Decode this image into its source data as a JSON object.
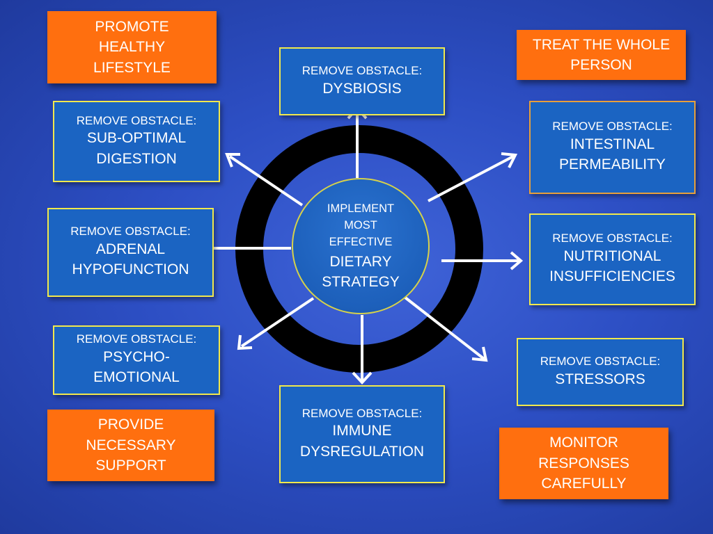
{
  "center": {
    "line1": "IMPLEMENT",
    "line2": "MOST",
    "line3": "EFFECTIVE",
    "line4": "DIETARY",
    "line5": "STRATEGY"
  },
  "obstacle_label": "REMOVE OBSTACLE:",
  "obstacles": {
    "dysbiosis": {
      "line1": "DYSBIOSIS"
    },
    "digestion": {
      "line1": "SUB-OPTIMAL",
      "line2": "DIGESTION"
    },
    "adrenal": {
      "line1": "ADRENAL",
      "line2": "HYPOFUNCTION"
    },
    "psycho": {
      "line1": "PSYCHO-",
      "line2": "EMOTIONAL"
    },
    "immune": {
      "line1": "IMMUNE",
      "line2": "DYSREGULATION"
    },
    "intestinal": {
      "line1": "INTESTINAL",
      "line2": "PERMEABILITY"
    },
    "nutritional": {
      "line1": "NUTRITIONAL",
      "line2": "INSUFFICIENCIES"
    },
    "stressors": {
      "line1": "STRESSORS"
    }
  },
  "principles": {
    "lifestyle": {
      "line1": "PROMOTE",
      "line2": "HEALTHY",
      "line3": "LIFESTYLE"
    },
    "whole_person": {
      "line1": "TREAT THE WHOLE",
      "line2": "PERSON"
    },
    "support": {
      "line1": "PROVIDE",
      "line2": "NECESSARY",
      "line3": "SUPPORT"
    },
    "monitor": {
      "line1": "MONITOR",
      "line2": "RESPONSES",
      "line3": "CAREFULLY"
    }
  },
  "colors": {
    "background": "#2d4fc4",
    "obstacle_fill": "#1b64c2",
    "obstacle_border": "#f2e94c",
    "principle_fill": "#ff6f0f",
    "ring": "#000000",
    "arrow": "#ffffff"
  }
}
